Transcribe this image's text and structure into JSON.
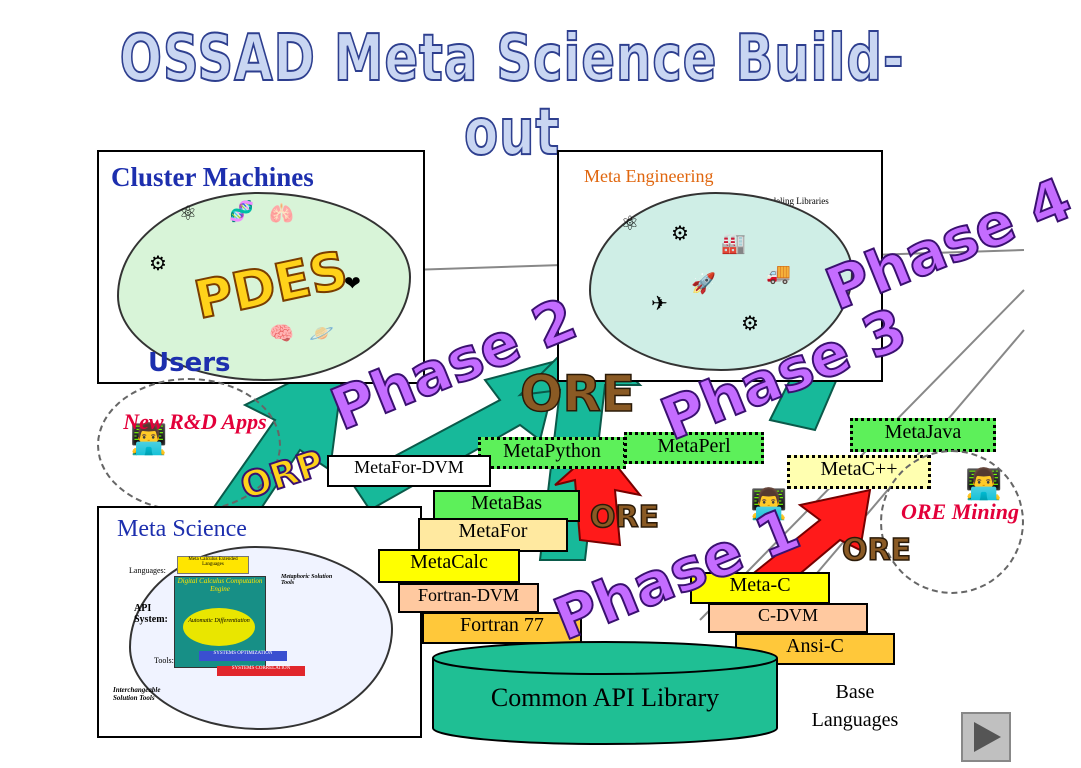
{
  "title": "OSSAD Meta Science Build-out",
  "cluster": {
    "title": "Cluster Machines",
    "logo": "PDES"
  },
  "engineering": {
    "title": "Meta Engineering",
    "modeling_libraries": "Modeling Libraries"
  },
  "users": {
    "title": "Users",
    "apps": "New R&D Apps"
  },
  "meta_science": {
    "title": "Meta Science",
    "languages": "Languages:",
    "api_system": "API System:",
    "tools": "Tools:",
    "interchangeable": "Interchangeable Solution Tools",
    "meta_calculus": "Meta Calculus Extended Languages",
    "engine": "Digital Calculus Computation Engine",
    "auto_diff": "Automatic Differentiation",
    "sys_opt": "SYSTEMS OPTIMIZATION",
    "sys_corr": "SYSTEMS CORRELATION",
    "metaphoric": "Metaphoric Solution Tools"
  },
  "phases": {
    "p1": "Phase 1",
    "p2": "Phase 2",
    "p3": "Phase 3",
    "p4": "Phase 4"
  },
  "orp": "ORP",
  "ore": {
    "label": "ORE",
    "mining": "ORE Mining"
  },
  "labels": {
    "metapython": "MetaPython",
    "metaperl": "MetaPerl",
    "metajava": "MetaJava",
    "metacpp": "MetaC++",
    "metafor_dvm": "MetaFor-DVM",
    "metabas": "MetaBas",
    "metafor": "MetaFor",
    "metacalc": "MetaCalc",
    "fortran_dvm": "Fortran-DVM",
    "fortran77": "Fortran 77",
    "meta_c": "Meta-C",
    "c_dvm": "C-DVM",
    "ansi_c": "Ansi-C"
  },
  "library": "Common API Library",
  "base_languages": "Base Languages",
  "colors": {
    "title_fill": "#c9d6f2",
    "title_stroke": "#2e3f8f",
    "cloud": "#d8f4d8",
    "teal_arrow": "#17b99a",
    "red_arrow": "#ff1a1a",
    "phase": "#c46cff"
  },
  "icons": [
    "atom-icon",
    "dna-icon",
    "lungs-icon",
    "brain-icon",
    "heart-icon",
    "planet-icon",
    "gear-icon",
    "factory-icon",
    "truck-icon",
    "rocket-icon",
    "plane-icon",
    "computer-user-icon",
    "play-button-icon"
  ]
}
